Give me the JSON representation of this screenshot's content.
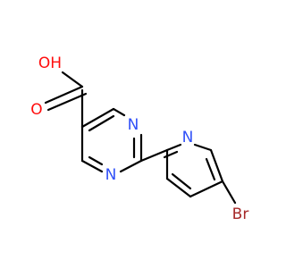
{
  "molecule": {
    "atoms": {
      "oh": {
        "text": "OH",
        "color": "#ff0d0d"
      },
      "o_carbonyl": {
        "text": "O",
        "color": "#ff0d0d"
      },
      "n_pyrimidine_1": {
        "text": "N",
        "color": "#3050f8"
      },
      "n_pyrimidine_3": {
        "text": "N",
        "color": "#3050f8"
      },
      "n_pyridine": {
        "text": "N",
        "color": "#3050f8"
      },
      "br": {
        "text": "Br",
        "color": "#a62929"
      }
    },
    "bond_color": "#000000"
  }
}
